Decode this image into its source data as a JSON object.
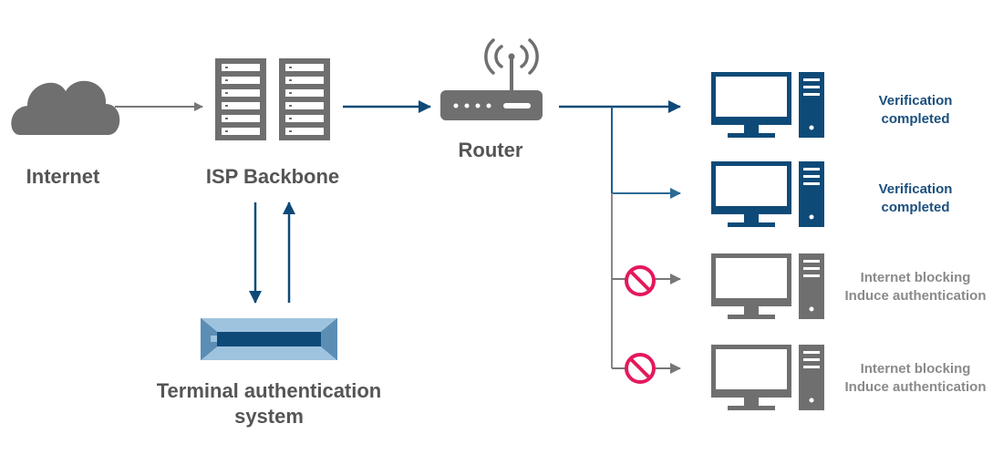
{
  "nodes": {
    "internet": {
      "label": "Internet"
    },
    "isp": {
      "label": "ISP Backbone"
    },
    "router": {
      "label": "Router"
    },
    "auth": {
      "label_line1": "Terminal authentication",
      "label_line2": "system"
    }
  },
  "terminals": [
    {
      "status_line1": "Verification",
      "status_line2": "completed",
      "state": "verified"
    },
    {
      "status_line1": "Verification",
      "status_line2": "completed",
      "state": "verified"
    },
    {
      "status_line1": "Internet blocking",
      "status_line2": "Induce authentication",
      "state": "blocked"
    },
    {
      "status_line1": "Internet blocking",
      "status_line2": "Induce authentication",
      "state": "blocked"
    }
  ],
  "colors": {
    "navy": "#0e4a78",
    "gray": "#6e6e6e",
    "blocked_red": "#e5195b",
    "verified_text": "#1b4f7d",
    "blocked_text": "#8a8a8a"
  }
}
